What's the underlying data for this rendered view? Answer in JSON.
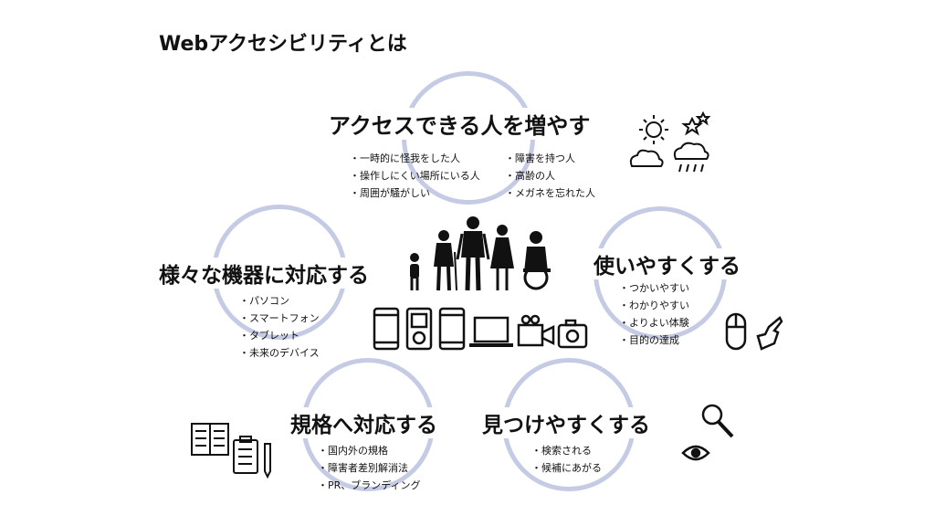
{
  "title": "Webアクセシビリティとは",
  "center": {
    "heading": "アクセスできる人を増やす",
    "list_left": [
      "一時的に怪我をした人",
      "操作しにくい場所にいる人",
      "周囲が騒がしい"
    ],
    "list_right": [
      "障害を持つ人",
      "高齢の人",
      "メガネを忘れた人"
    ]
  },
  "devices": {
    "heading": "様々な機器に対応する",
    "list": [
      "パソコン",
      "スマートフォン",
      "タブレット",
      "未来のデバイス"
    ]
  },
  "usability": {
    "heading": "使いやすくする",
    "list": [
      "つかいやすい",
      "わかりやすい",
      "よりよい体験",
      "目的の達成"
    ]
  },
  "standards": {
    "heading": "規格へ対応する",
    "list": [
      "国内外の規格",
      "障害者差別解消法",
      "PR、ブランディング"
    ]
  },
  "findability": {
    "heading": "見つけやすくする",
    "list": [
      "検索される",
      "候補にあがる"
    ]
  },
  "colors": {
    "ring": "#c5cbe4",
    "ink": "#111111"
  }
}
